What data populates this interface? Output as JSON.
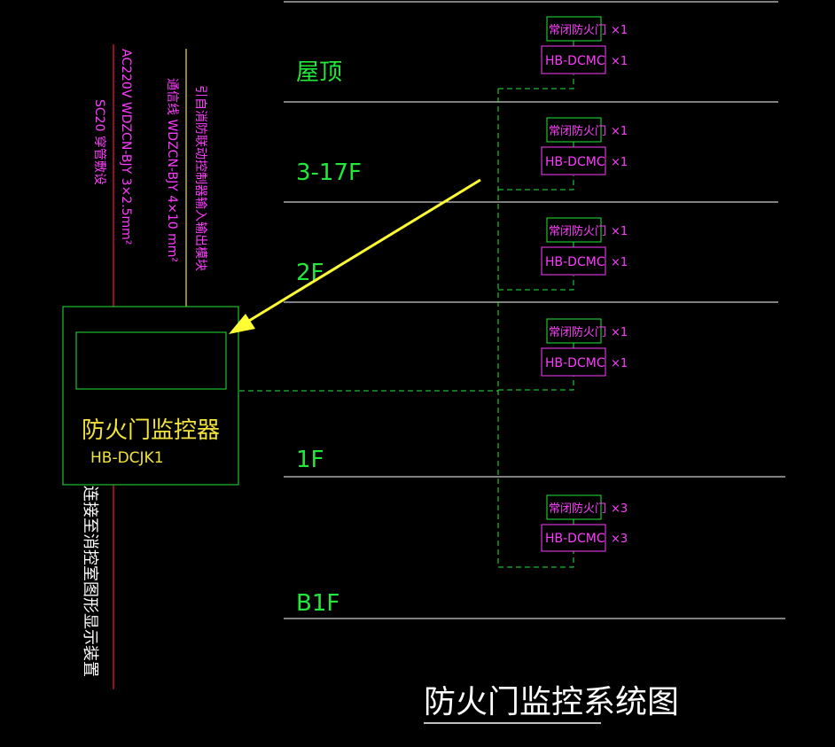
{
  "floors": [
    {
      "label": "屋顶",
      "door_label": "常闭防火门",
      "door_count": "×1",
      "module_label": "HB-DCMC",
      "module_count": "×1"
    },
    {
      "label": "3-17F",
      "door_label": "常闭防火门",
      "door_count": "×1",
      "module_label": "HB-DCMC",
      "module_count": "×1"
    },
    {
      "label": "2F",
      "door_label": "常闭防火门",
      "door_count": "×1",
      "module_label": "HB-DCMC",
      "module_count": "×1"
    },
    {
      "label": "1F",
      "door_label": "常闭防火门",
      "door_count": "×1",
      "module_label": "HB-DCMC",
      "module_count": "×1"
    },
    {
      "label": "B1F",
      "door_label": "常闭防火门",
      "door_count": "×3",
      "module_label": "HB-DCMC",
      "module_count": "×3"
    }
  ],
  "controller": {
    "name": "防火门监控器",
    "model": "HB-DCJK1"
  },
  "cables": {
    "power": "AC220V  WDZCN-BJY 3×2.5mm²",
    "power_conduit": "SC20  穿管敷设",
    "signal": "通信线 WDZCN-BJY 4×10 mm²",
    "signal_source": "引自消防联动控制器输入输出模块"
  },
  "bottom_note": "连接至消控室图形显示装置",
  "title": "防火门监控系统图",
  "colors": {
    "green": "#22e83a",
    "magenta": "#ff3cff",
    "yellow": "#f2e23c",
    "white": "#ffffff",
    "red": "#c8102e"
  }
}
